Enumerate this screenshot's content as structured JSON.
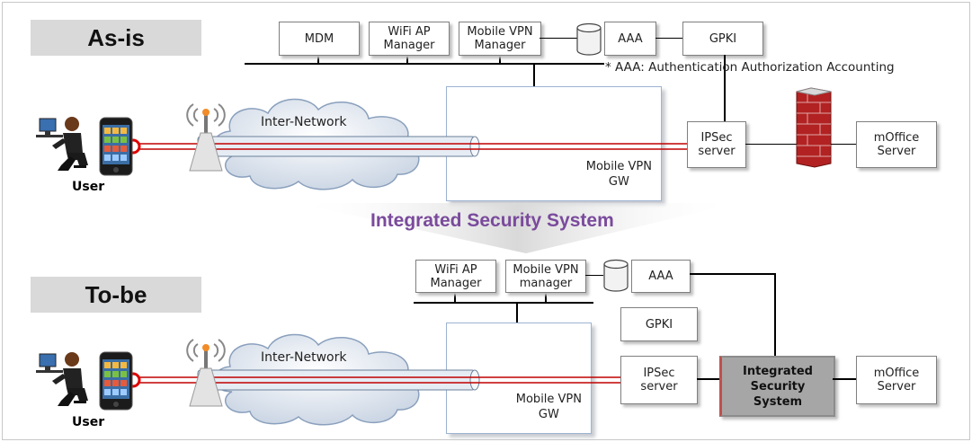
{
  "asis": {
    "label": "As-is",
    "mdm": "MDM",
    "wifi": "WiFi AP\nManager",
    "mvpn": "Mobile VPN\nManager",
    "aaa": "AAA",
    "gpki": "GPKI",
    "note": "* AAA: Authentication  Authorization  Accounting",
    "internet": "Inter-Network",
    "gw": "Mobile  VPN\nGW",
    "ipsec": "IPSec\nserver",
    "moffice": "mOffice\nServer",
    "user": "User"
  },
  "banner": {
    "text": "Integrated Security System"
  },
  "tobe": {
    "label": "To-be",
    "wifi": "WiFi AP\nManager",
    "mvpn": "Mobile VPN\nmanager",
    "aaa": "AAA",
    "gpki": "GPKI",
    "internet": "Inter-Network",
    "gw": "Mobile  VPN\nGW",
    "ipsec": "IPSec\nserver",
    "iss": "Integrated\nSecurity\nSystem",
    "moffice": "mOffice\nServer",
    "user": "User"
  },
  "colors": {
    "tunnel": "#c00000",
    "banner_text": "#7a4a9c",
    "firewall": "#b22222"
  },
  "icons": [
    "user-at-computer-icon",
    "smartphone-icon",
    "wireless-antenna-icon",
    "cloud-icon",
    "database-icon",
    "firewall-icon"
  ]
}
